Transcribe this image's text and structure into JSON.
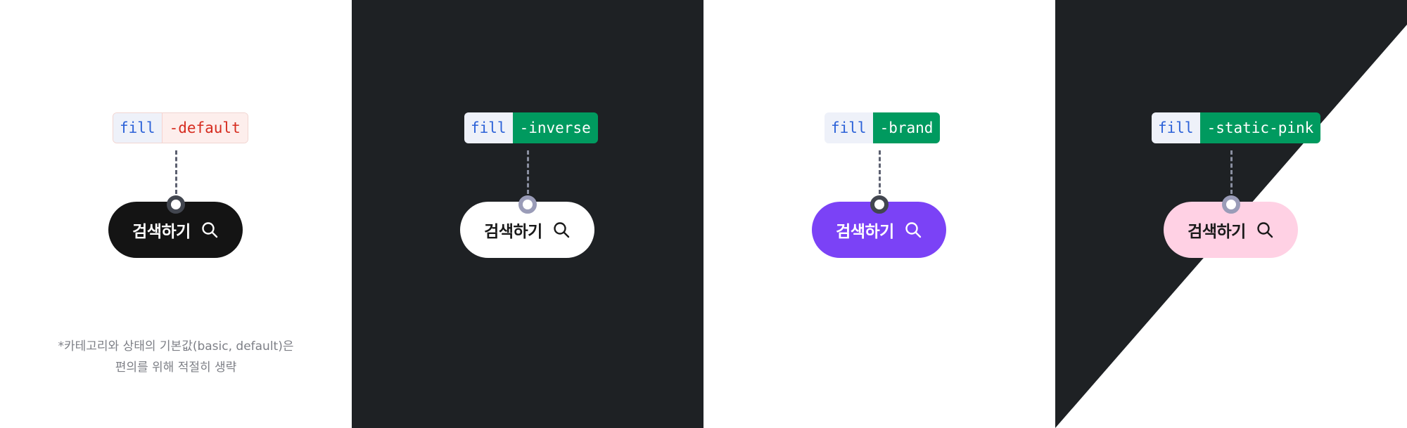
{
  "colors": {
    "dark_panel": "#1e2124",
    "pill_default": "#141414",
    "pill_inverse": "#ffffff",
    "pill_brand": "#7b42f6",
    "pill_static_pink": "#ffd1e4",
    "token_prop_text": "#2c62d8",
    "token_value_red_text": "#d62c1f",
    "token_value_green_bg": "#009a5f"
  },
  "examples": [
    {
      "token_prop": "fill",
      "token_value": "-default",
      "button_label": "검색하기",
      "icon": "search-icon"
    },
    {
      "token_prop": "fill",
      "token_value": "-inverse",
      "button_label": "검색하기",
      "icon": "search-icon"
    },
    {
      "token_prop": "fill",
      "token_value": "-brand",
      "button_label": "검색하기",
      "icon": "search-icon"
    },
    {
      "token_prop": "fill",
      "token_value": "-static-pink",
      "button_label": "검색하기",
      "icon": "search-icon"
    }
  ],
  "note": {
    "line1": "*카테고리와 상태의 기본값(basic, default)은",
    "line2": "편의를 위해 적절히 생략"
  }
}
